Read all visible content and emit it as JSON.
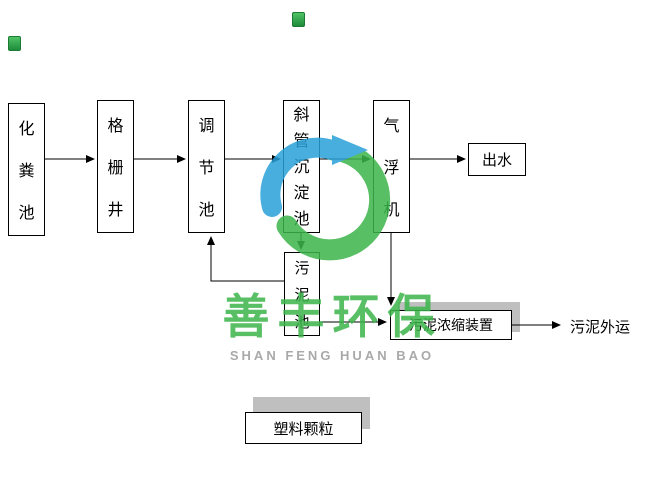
{
  "page": {
    "background": "#ffffff"
  },
  "diagram": {
    "boxes": {
      "septic_tank": {
        "label": "化粪池"
      },
      "screen_well": {
        "label": "格栅井"
      },
      "regulating_tank": {
        "label": "调节池"
      },
      "inclined_tube_settling_tank": {
        "label": "斜管沉淀池"
      },
      "air_flotation_machine": {
        "label": "气浮机"
      },
      "effluent": {
        "label": "出水"
      },
      "sludge_tank": {
        "label": "污泥池"
      },
      "sludge_thickening_device": {
        "label": "污泥浓缩装置"
      },
      "plastic_granules": {
        "label": "塑料颗粒"
      }
    },
    "labels": {
      "sludge_transport": "污泥外运"
    }
  },
  "watermark": {
    "brand_cn": "善丰环保",
    "brand_en": "SHAN FENG HUAN BAO",
    "colors": {
      "green": "#3bb54a",
      "blue": "#29a0d8",
      "text_gray": "#9b9b9b"
    }
  }
}
